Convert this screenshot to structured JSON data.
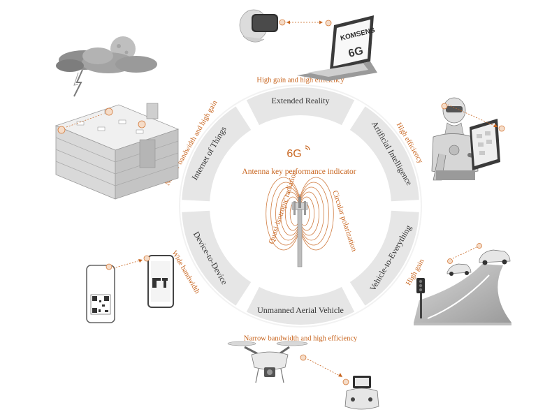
{
  "center": {
    "brand": "6G",
    "subtitle": "Antenna key performance indicator",
    "left_pattern": "Quasi-isotropic radiation",
    "right_pattern": "Circular polarization"
  },
  "segments": [
    {
      "label": "Extended Reality",
      "requirement": "High gain and high efficiency"
    },
    {
      "label": "Artificial Intelligence",
      "requirement": "High efficiency"
    },
    {
      "label": "Vehicle-to-Everything",
      "requirement": "High gain"
    },
    {
      "label": "Unmanned Aerial Vehicle",
      "requirement": "Narrow bandwidth and high efficiency"
    },
    {
      "label": "Device-to-Device",
      "requirement": "Wide bandwidth"
    },
    {
      "label": "Internet of Things",
      "requirement": "Narrow bandwidth and high gain"
    }
  ],
  "laptop": {
    "brand": "KOMSENS",
    "screen": "6G"
  },
  "colors": {
    "accent": "#c8651f",
    "segment": "#e6e6e6",
    "text": "#333333"
  },
  "icons": [
    "vr-headset-icon",
    "laptop-icon",
    "robot-icon",
    "tablet-icon",
    "cars-icon",
    "traffic-light-icon",
    "drone-icon",
    "remote-controller-icon",
    "smartphone-icon",
    "qr-code-icon",
    "parking-building-icon",
    "storm-cloud-icon",
    "moon-icon",
    "antenna-tower-icon",
    "signal-icon"
  ]
}
